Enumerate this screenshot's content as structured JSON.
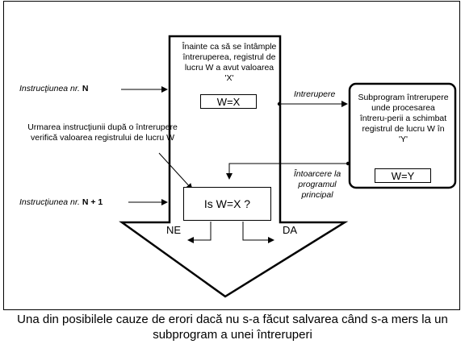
{
  "diagram": {
    "top_text": "Înainte ca să se întâmple întreruperea, registrul de lucru W a avut valoarea 'X'",
    "w_x_box": "W=X",
    "instr_n": {
      "label": "Instrucţiunea nr.",
      "number": "N"
    },
    "instr_n1": {
      "label": "Instrucţiunea nr.",
      "number": "N + 1"
    },
    "interrupt_label": "Intrerupere",
    "subprogram_text": "Subprogram întrerupere unde procesarea întreru-perii a schimbat registrul de lucru W în 'Y'",
    "w_y_box": "W=Y",
    "return_label": "Întoarcere la programul principal",
    "follow_text": "Urmarea instrucţiunii după o întrerupere verifică valoarea registrului de lucru W",
    "check_box": "Is W=X ?",
    "ne_label": "NE",
    "da_label": "DA"
  },
  "caption": "Una din posibilele cauze de erori dacă nu s-a făcut salvarea când s-a mers la un subprogram a unei întreruperi"
}
